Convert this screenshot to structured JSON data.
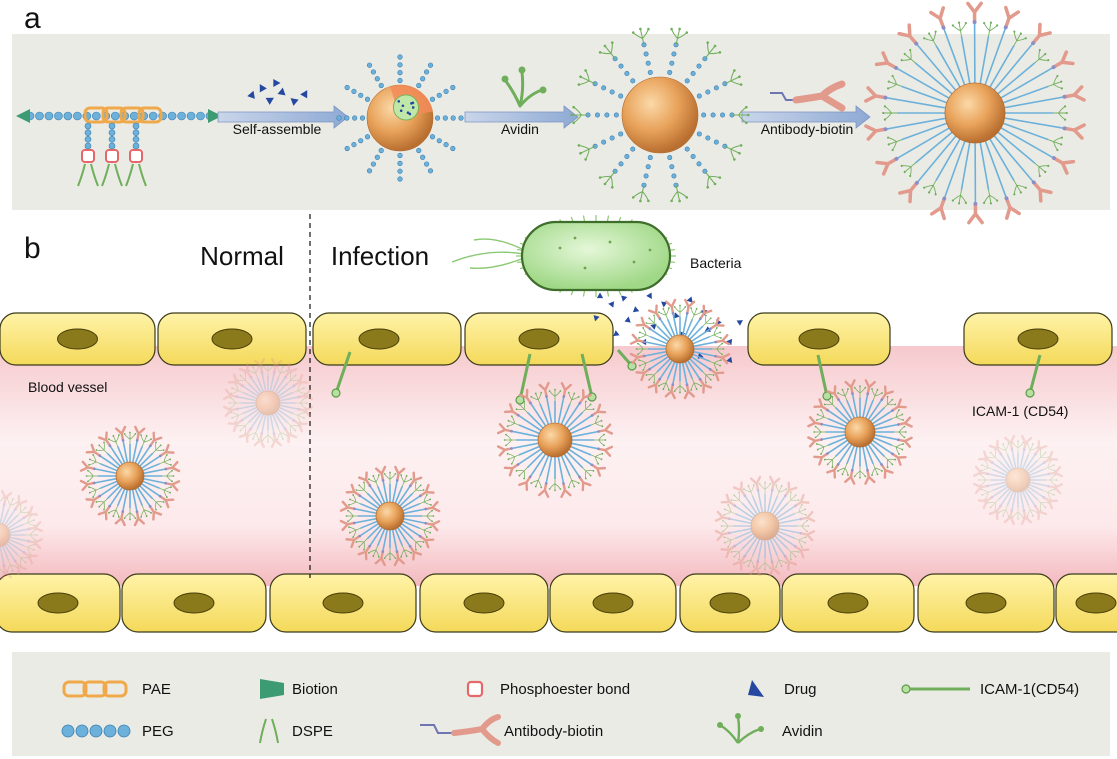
{
  "panel_a": {
    "label": "a",
    "steps": [
      "Self-assemble",
      "Avidin",
      "Antibody-biotin"
    ]
  },
  "panel_b": {
    "label": "b",
    "region_normal": "Normal",
    "region_infection": "Infection",
    "bacteria_label": "Bacteria",
    "vessel_label": "Blood vessel",
    "receptor_label": "ICAM-1 (CD54)"
  },
  "legend": {
    "items": [
      {
        "id": "pae",
        "icon": "pae-chain-icon",
        "label": "PAE"
      },
      {
        "id": "biotion",
        "icon": "biotin-cone-icon",
        "label": "Biotion"
      },
      {
        "id": "phosphoester",
        "icon": "phosphoester-bond-icon",
        "label": "Phosphoester bond"
      },
      {
        "id": "drug",
        "icon": "drug-triangle-icon",
        "label": "Drug"
      },
      {
        "id": "icam",
        "icon": "icam-receptor-icon",
        "label": "ICAM-1(CD54)"
      },
      {
        "id": "peg",
        "icon": "peg-beads-icon",
        "label": "PEG"
      },
      {
        "id": "dspe",
        "icon": "dspe-tails-icon",
        "label": "DSPE"
      },
      {
        "id": "antibody",
        "icon": "antibody-biotin-icon",
        "label": "Antibody-biotin"
      },
      {
        "id": "avidin",
        "icon": "avidin-icon",
        "label": "Avidin"
      }
    ]
  },
  "colors": {
    "panel_bg": "#ebebe6",
    "vessel": "#f9d6d9",
    "cell": "#fbeb82",
    "cell_border": "#3a3a1a",
    "nucleus": "#8a7a1c",
    "particle": "#e8a25a",
    "peg": "#6cb1da",
    "pae": "#f0a94a",
    "green": "#6fae5a",
    "antibody": "#e29a8c",
    "drug": "#2548a0",
    "arrow": "#a7bcdc"
  }
}
